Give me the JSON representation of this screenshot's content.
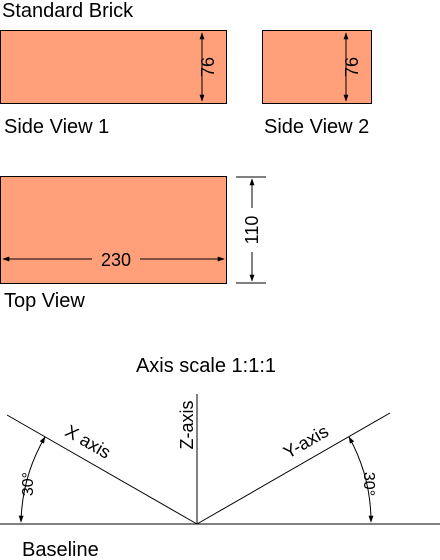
{
  "title": "Standard Brick",
  "colors": {
    "brick_fill": "#FFA07A",
    "outline": "#000000",
    "background": "#FFFFFF"
  },
  "views": {
    "side1": {
      "label": "Side View 1",
      "dim_height": "76"
    },
    "side2": {
      "label": "Side View 2",
      "dim_height": "76"
    },
    "top": {
      "label": "Top View",
      "dim_length": "230",
      "dim_width": "110"
    }
  },
  "axes": {
    "scale_label": "Axis scale 1:1:1",
    "x_label": "X axis",
    "z_label": "Z-axis",
    "y_label": "Y-axis",
    "angle_left": "30°",
    "angle_right": "30°",
    "baseline_label": "Baseline"
  }
}
